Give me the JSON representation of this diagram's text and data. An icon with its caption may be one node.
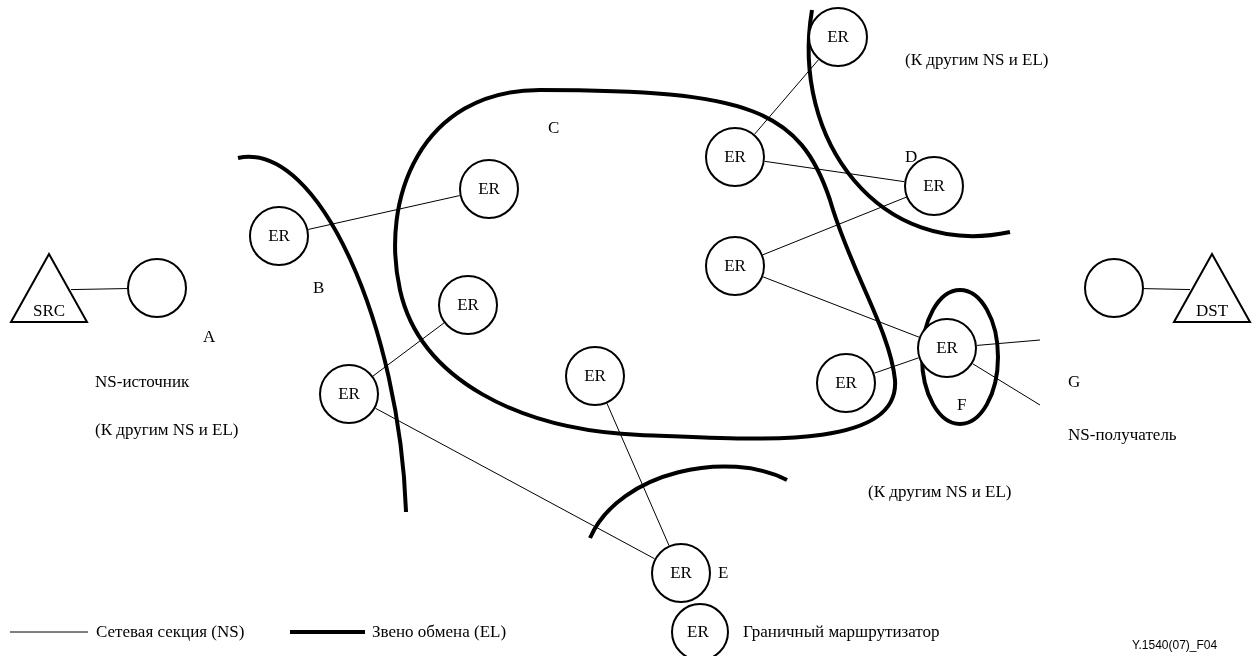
{
  "diagram": {
    "nodes": [
      {
        "text": [
          "SRC"
        ]
      },
      {
        "text": [],
        "shape": "circle"
      },
      {
        "text": [
          "ER"
        ]
      },
      {
        "text": [
          "ER"
        ]
      },
      {
        "text": [
          "ER"
        ]
      },
      {
        "text": [
          "ER"
        ]
      },
      {
        "text": [
          "ER"
        ]
      },
      {
        "text": [
          "ER"
        ]
      },
      {
        "text": [
          "ER"
        ]
      },
      {
        "text": [
          "ER"
        ]
      },
      {
        "text": [
          "ER"
        ]
      },
      {
        "text": [
          "ER"
        ]
      },
      {
        "text": [
          "ER"
        ]
      },
      {
        "text": [
          "ER"
        ]
      },
      {
        "text": [],
        "shape": "circle"
      },
      {
        "text": [
          "DST"
        ]
      }
    ],
    "edges": [
      {
        "from": 0,
        "to": 1,
        "arrow": "none"
      },
      {
        "from": 2,
        "to": 3,
        "arrow": "none"
      },
      {
        "from": 5,
        "to": 4,
        "arrow": "none"
      },
      {
        "from": 5,
        "to": 7,
        "arrow": "none"
      },
      {
        "from": 6,
        "to": 7,
        "arrow": "none"
      },
      {
        "from": 8,
        "to": 9,
        "arrow": "none"
      },
      {
        "from": 8,
        "to": 10,
        "arrow": "none"
      },
      {
        "from": 11,
        "to": 10,
        "arrow": "none"
      },
      {
        "from": 11,
        "to": 13,
        "arrow": "none"
      },
      {
        "from": 12,
        "to": 13,
        "arrow": "none"
      },
      {
        "from": 13,
        "to": null,
        "arrow": "none"
      },
      {
        "from": 13,
        "to": null,
        "arrow": "none"
      },
      {
        "from": 14,
        "to": 15,
        "arrow": "none"
      }
    ],
    "labels": [
      "(К другим NS и EL)",
      "C",
      "D",
      "B",
      "A",
      "NS-источник",
      "G",
      "F",
      "(К другим NS и EL)",
      "NS-получатель",
      "(К другим NS и EL)",
      "E",
      "ER",
      "Y.1540(07)_F04"
    ],
    "legend": [
      {
        "text": "Сетевая секция (NS)"
      },
      {
        "text": "Звено обмена (EL)"
      },
      {
        "text": "Граничный маршрутизатор"
      }
    ]
  }
}
